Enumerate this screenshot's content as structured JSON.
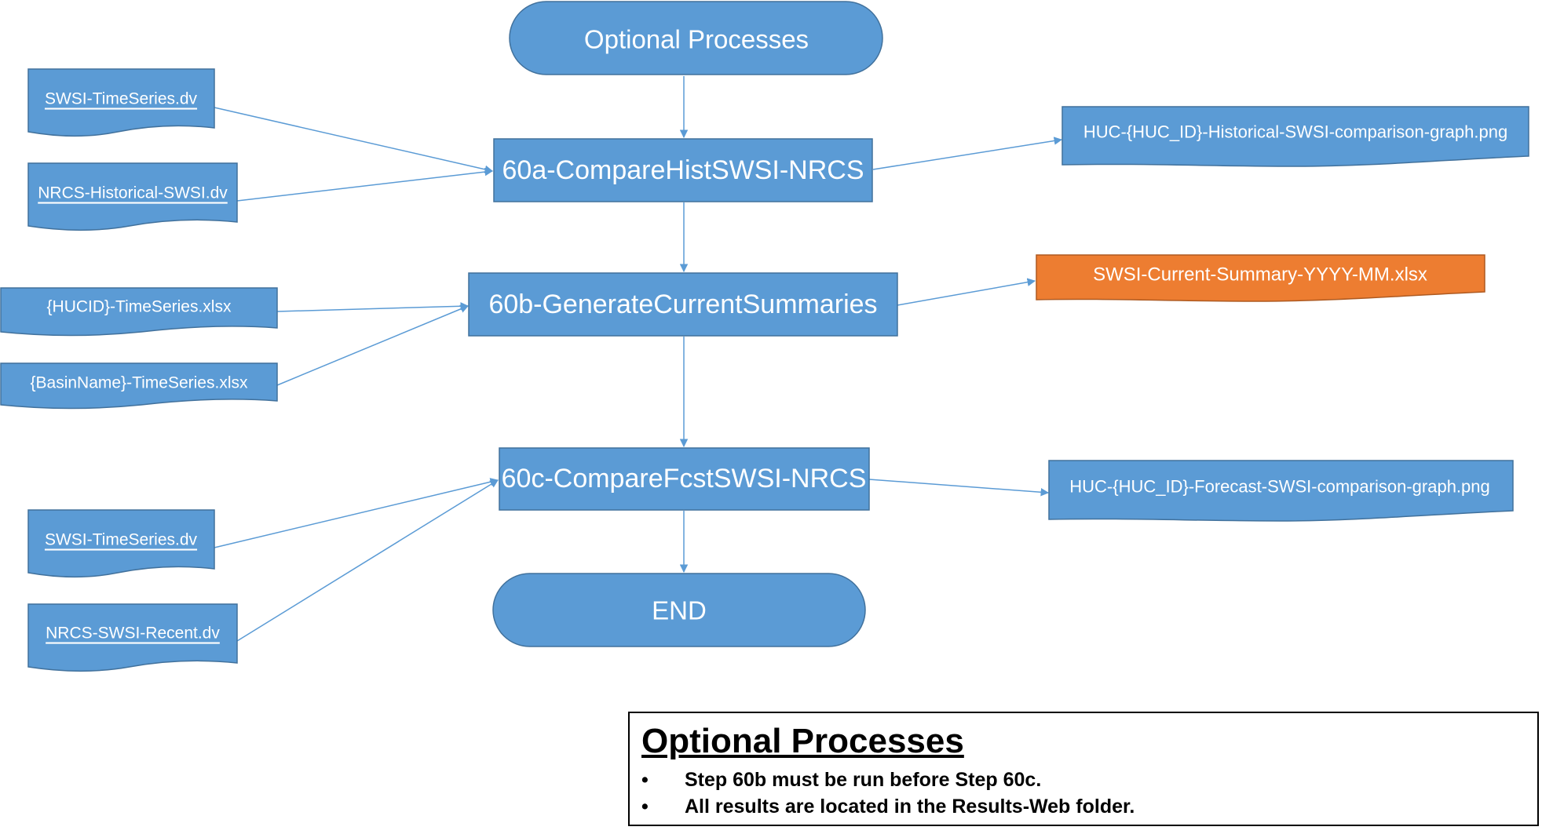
{
  "colors": {
    "box_fill": "#5b9bd5",
    "box_stroke": "#41719c",
    "highlight_fill": "#ed7d31",
    "highlight_stroke": "#ae5a21",
    "arrow": "#5b9bd5"
  },
  "start": {
    "label": "Optional Processes"
  },
  "end": {
    "label": "END"
  },
  "steps": {
    "a": {
      "label": "60a-CompareHistSWSI-NRCS"
    },
    "b": {
      "label": "60b-GenerateCurrentSummaries"
    },
    "c": {
      "label": "60c-CompareFcstSWSI-NRCS"
    }
  },
  "inputs": {
    "a1": {
      "label": "SWSI-TimeSeries.dv"
    },
    "a2": {
      "label": "NRCS-Historical-SWSI.dv"
    },
    "b1": {
      "label": "{HUCID}-TimeSeries.xlsx"
    },
    "b2": {
      "label": "{BasinName}-TimeSeries.xlsx"
    },
    "c1": {
      "label": "SWSI-TimeSeries.dv"
    },
    "c2": {
      "label": "NRCS-SWSI-Recent.dv"
    }
  },
  "outputs": {
    "a": {
      "label": "HUC-{HUC_ID}-Historical-SWSI-comparison-graph.png"
    },
    "b": {
      "label": "SWSI-Current-Summary-YYYY-MM.xlsx"
    },
    "c": {
      "label": "HUC-{HUC_ID}-Forecast-SWSI-comparison-graph.png"
    }
  },
  "legend": {
    "title": "Optional Processes",
    "bullet": "•",
    "items": [
      "Step 60b must be run before Step 60c.",
      "All results are located in the Results-Web folder."
    ]
  }
}
